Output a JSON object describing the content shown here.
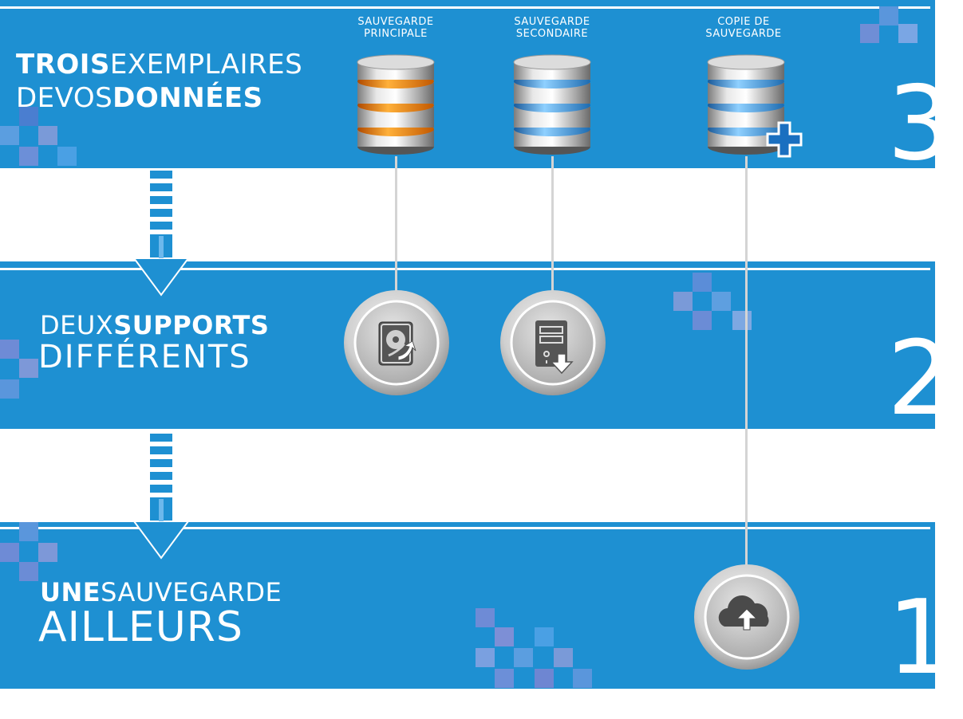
{
  "rows": {
    "three": {
      "title_bold": "TROIS",
      "title_light": "EXEMPLAIRES",
      "line2_light": "DEVOS",
      "line2_bold": "DONNÉES",
      "number": "3"
    },
    "two": {
      "title_light": "DEUX",
      "title_bold": "SUPPORTS",
      "line2_light": "DIFFÉRENTS",
      "number": "2"
    },
    "one": {
      "title_bold": "UNE",
      "title_light": "SAUVEGARDE",
      "line2_light": "AILLEURS",
      "number": "1"
    }
  },
  "servers": [
    {
      "caption_line1": "SAUVEGARDE",
      "caption_line2": "PRINCIPALE",
      "icon": "database-orange-icon"
    },
    {
      "caption_line1": "SAUVEGARDE",
      "caption_line2": "SECONDAIRE",
      "icon": "database-blue-icon"
    },
    {
      "caption_line1": "COPIE DE",
      "caption_line2": "SAUVEGARDE",
      "icon": "database-blue-plus-icon"
    }
  ],
  "media": [
    "hard-drive-icon",
    "server-tower-download-icon",
    "cloud-upload-icon"
  ],
  "colors": {
    "band": "#1e90d2",
    "accent_orange": "#f07d14",
    "accent_blue": "#3fa6e8",
    "connector": "#d4d4d4"
  }
}
